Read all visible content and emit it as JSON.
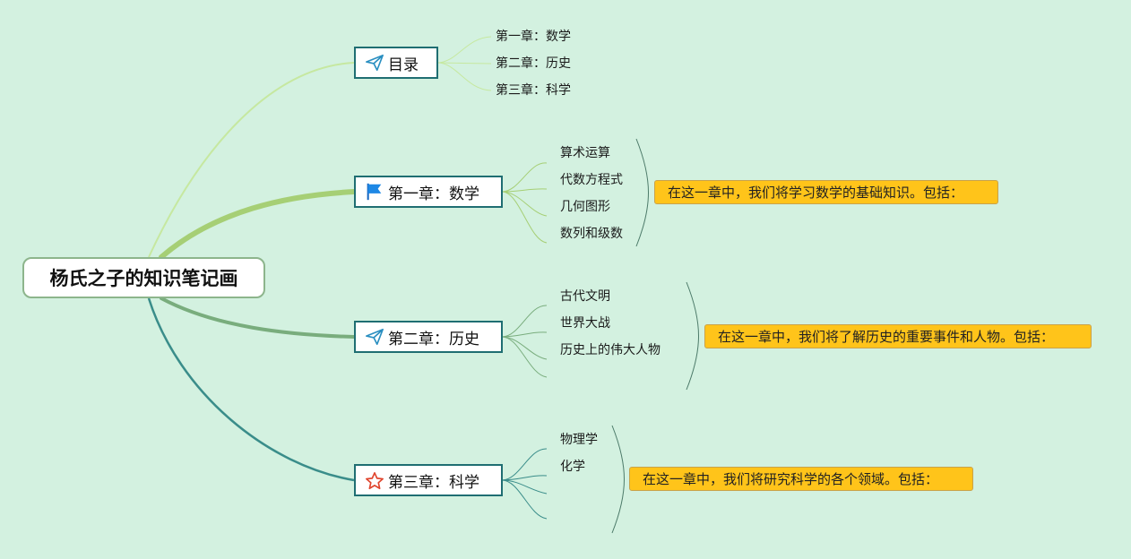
{
  "root": {
    "title": "杨氏之子的知识笔记画"
  },
  "toc": {
    "label": "目录",
    "icon": "paper-plane-icon",
    "items": [
      "第一章：数学",
      "第二章：历史",
      "第三章：科学"
    ]
  },
  "chapters": [
    {
      "label": "第一章：数学",
      "icon": "blue-flag-icon",
      "topics": [
        "算术运算",
        "代数方程式",
        "几何图形",
        "数列和级数"
      ],
      "note": "在这一章中，我们将学习数学的基础知识。包括："
    },
    {
      "label": "第二章：历史",
      "icon": "paper-plane-icon",
      "topics": [
        "古代文明",
        "世界大战",
        "历史上的伟大人物"
      ],
      "note": "在这一章中，我们将了解历史的重要事件和人物。包括："
    },
    {
      "label": "第三章：科学",
      "icon": "red-star-icon",
      "topics": [
        "物理学",
        "化学"
      ],
      "note": "在这一章中，我们将研究科学的各个领域。包括："
    }
  ],
  "colors": {
    "background": "#d3f1e0",
    "branch_toc": "#c6e8a0",
    "branch_math": "#a6cf75",
    "branch_history": "#79ad7d",
    "branch_science": "#3a8d8a",
    "node_border": "#1f6e72",
    "note_fill": "#ffc41a"
  }
}
